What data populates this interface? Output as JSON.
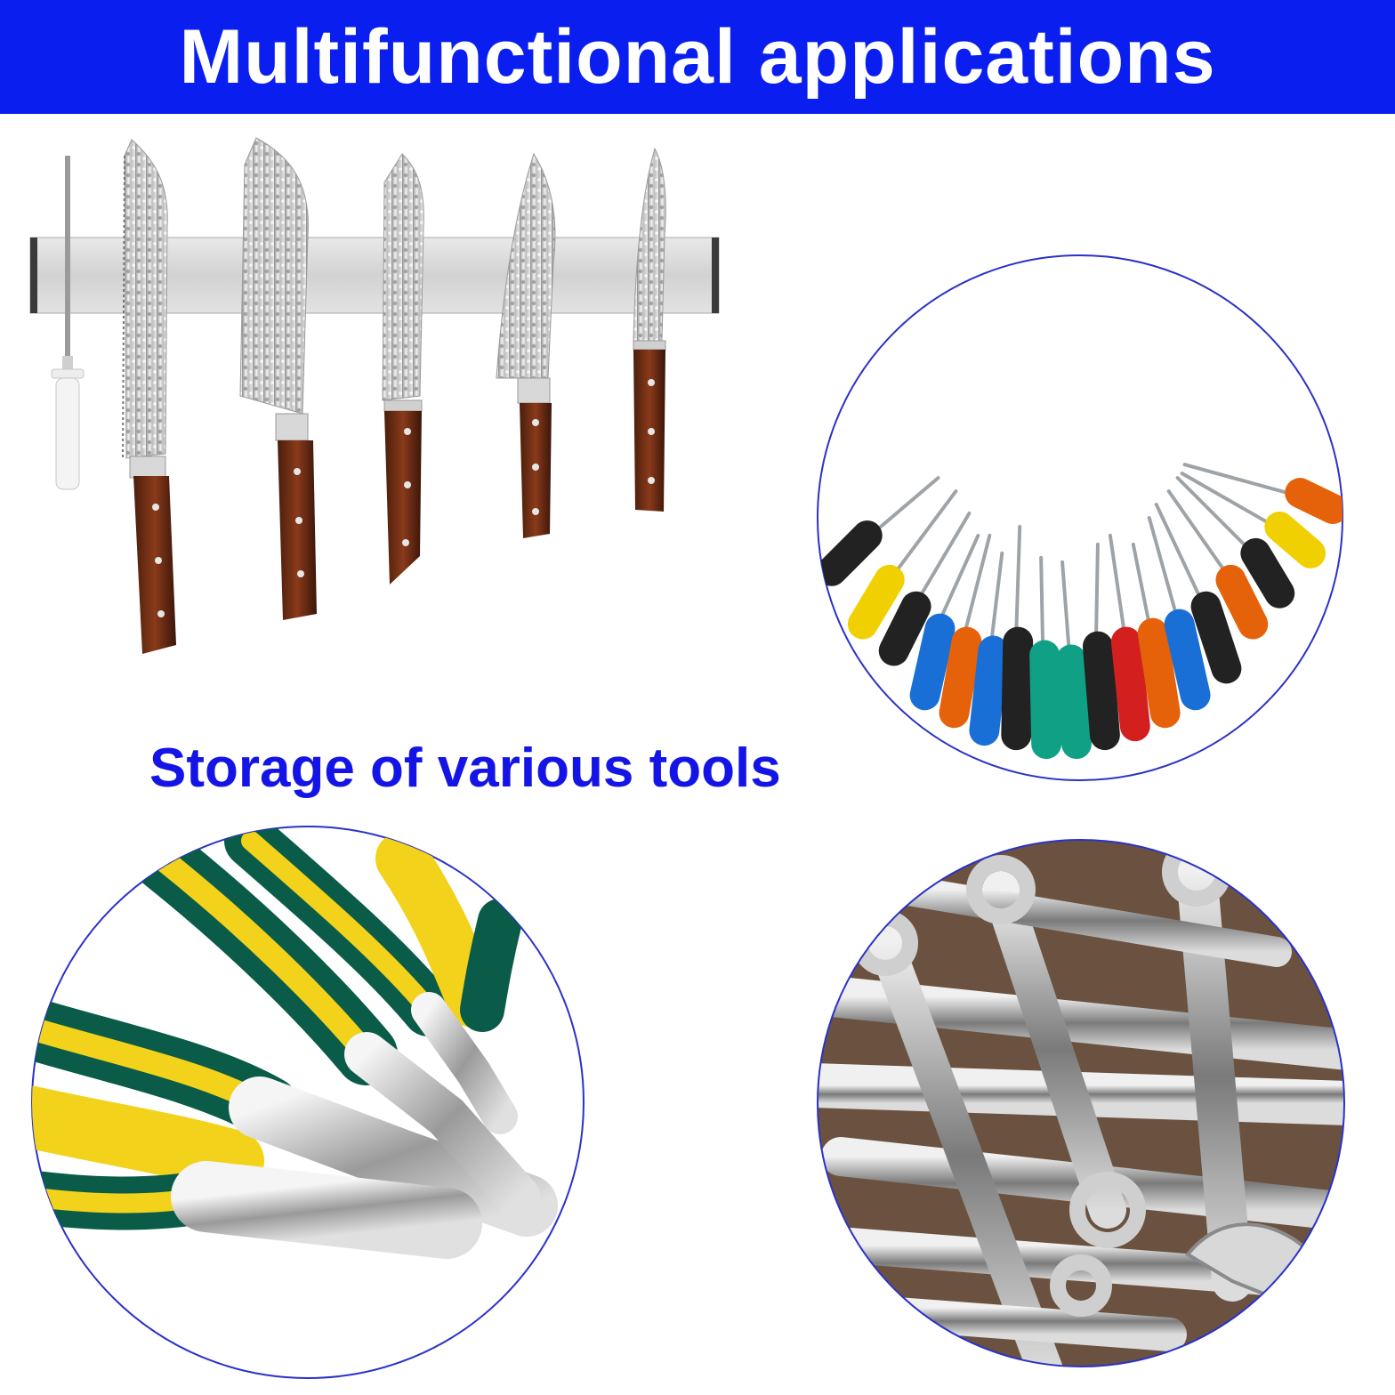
{
  "header": {
    "title": "Multifunctional applications",
    "background": "#0a1ef0"
  },
  "subtitle": {
    "text": "Storage of various tools",
    "color": "#1414e6"
  },
  "images": [
    {
      "name": "magnetic-knife-strip-illustration",
      "items": [
        "sharpening-steel",
        "bread-knife",
        "santoku-knife",
        "utility-knife",
        "chef-knife",
        "paring-knife"
      ]
    },
    {
      "name": "screwdrivers-photo"
    },
    {
      "name": "pliers-photo"
    },
    {
      "name": "wrenches-photo"
    }
  ]
}
